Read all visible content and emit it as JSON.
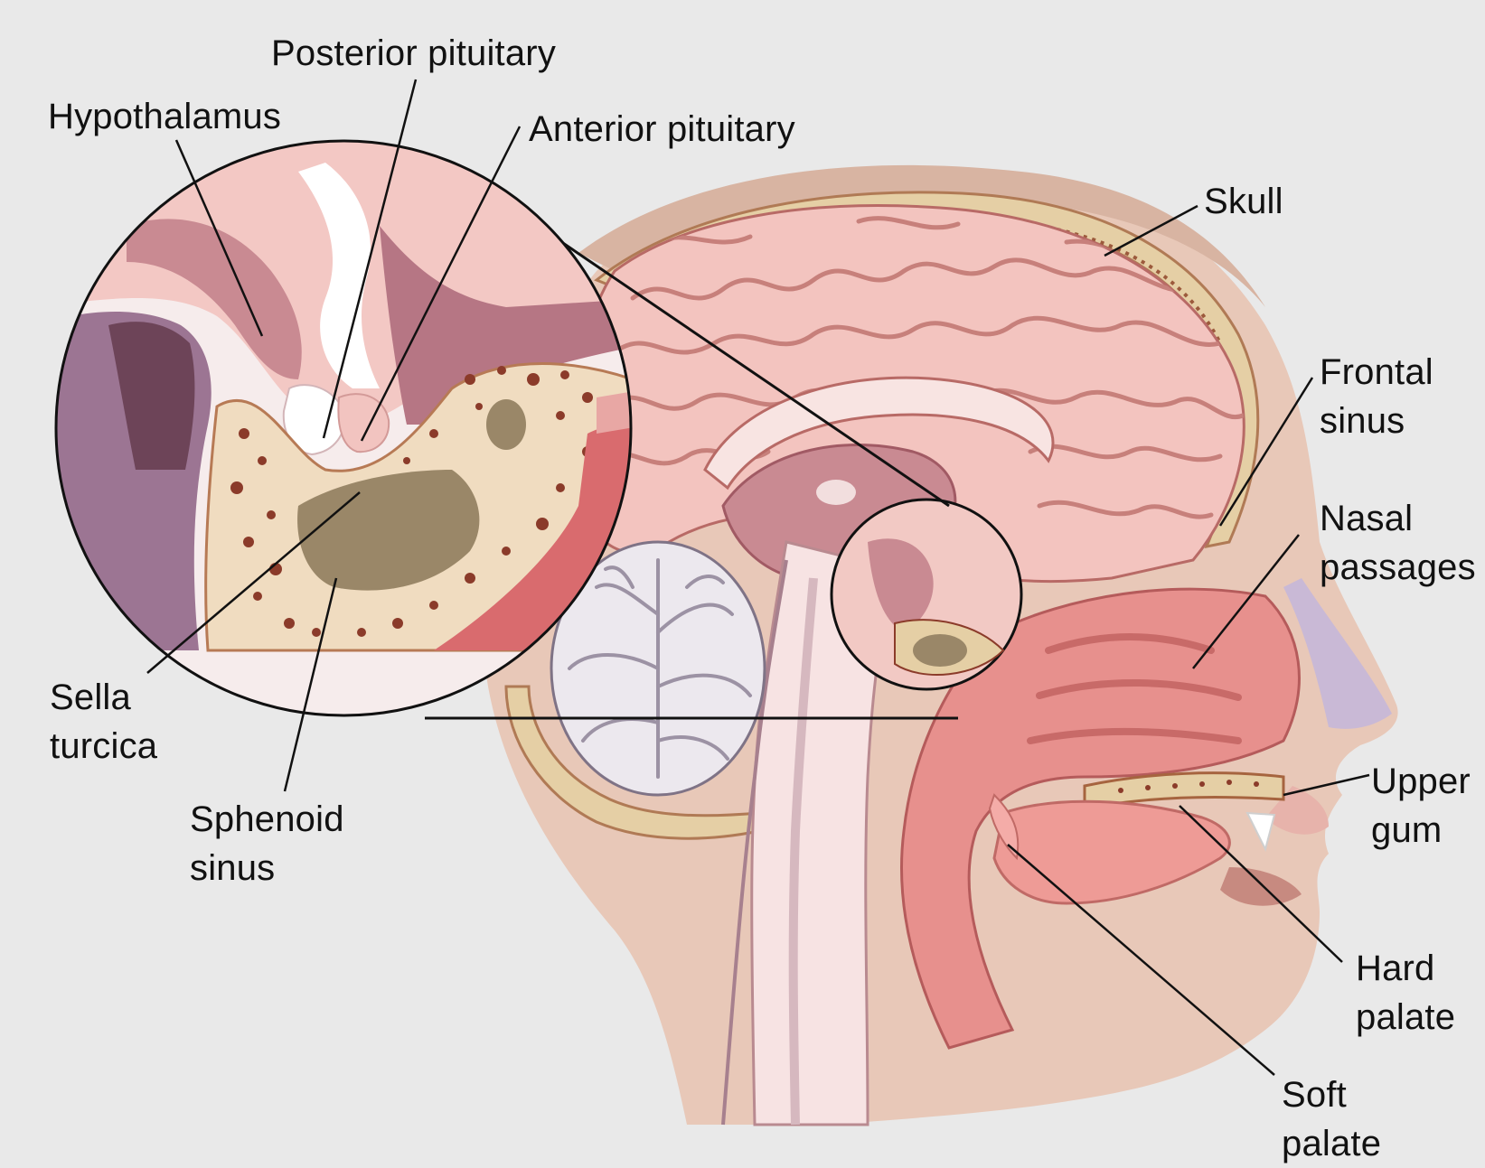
{
  "background_color": "#e9e9e9",
  "labels": {
    "posterior_pituitary": "Posterior pituitary",
    "hypothalamus": "Hypothalamus",
    "anterior_pituitary": "Anterior pituitary",
    "skull": "Skull",
    "frontal_sinus": {
      "line1": "Frontal",
      "line2": "sinus"
    },
    "nasal_passages": {
      "line1": "Nasal",
      "line2": "passages"
    },
    "sella_turcica": {
      "line1": "Sella",
      "line2": "turcica"
    },
    "sphenoid_sinus": {
      "line1": "Sphenoid",
      "line2": "sinus"
    },
    "upper_gum": {
      "line1": "Upper",
      "line2": "gum"
    },
    "hard_palate": {
      "line1": "Hard",
      "line2": "palate"
    },
    "soft_palate": {
      "line1": "Soft",
      "line2": "palate"
    }
  }
}
